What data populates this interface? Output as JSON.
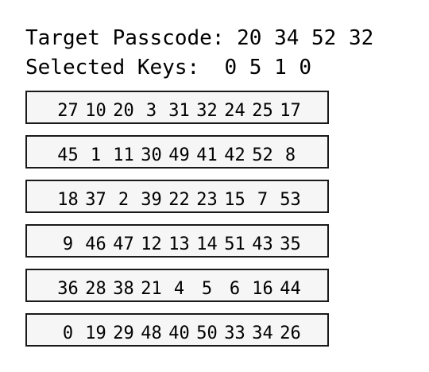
{
  "header": {
    "target_label": "Target Passcode:",
    "target_code": "20 34 52 32",
    "selected_label": "Selected Keys:",
    "selected_code": " 0 5 1 0"
  },
  "keypad": {
    "rows": [
      [
        "27",
        "10",
        "20",
        "3",
        "31",
        "32",
        "24",
        "25",
        "17"
      ],
      [
        "45",
        "1",
        "11",
        "30",
        "49",
        "41",
        "42",
        "52",
        "8"
      ],
      [
        "18",
        "37",
        "2",
        "39",
        "22",
        "23",
        "15",
        "7",
        "53"
      ],
      [
        "9",
        "46",
        "47",
        "12",
        "13",
        "14",
        "51",
        "43",
        "35"
      ],
      [
        "36",
        "28",
        "38",
        "21",
        "4",
        "5",
        "6",
        "16",
        "44"
      ],
      [
        "0",
        "19",
        "29",
        "48",
        "40",
        "50",
        "33",
        "34",
        "26"
      ]
    ]
  },
  "colors": {
    "row_background": "#f6f6f6",
    "row_border": "#1a1a1a",
    "text": "#000000"
  }
}
